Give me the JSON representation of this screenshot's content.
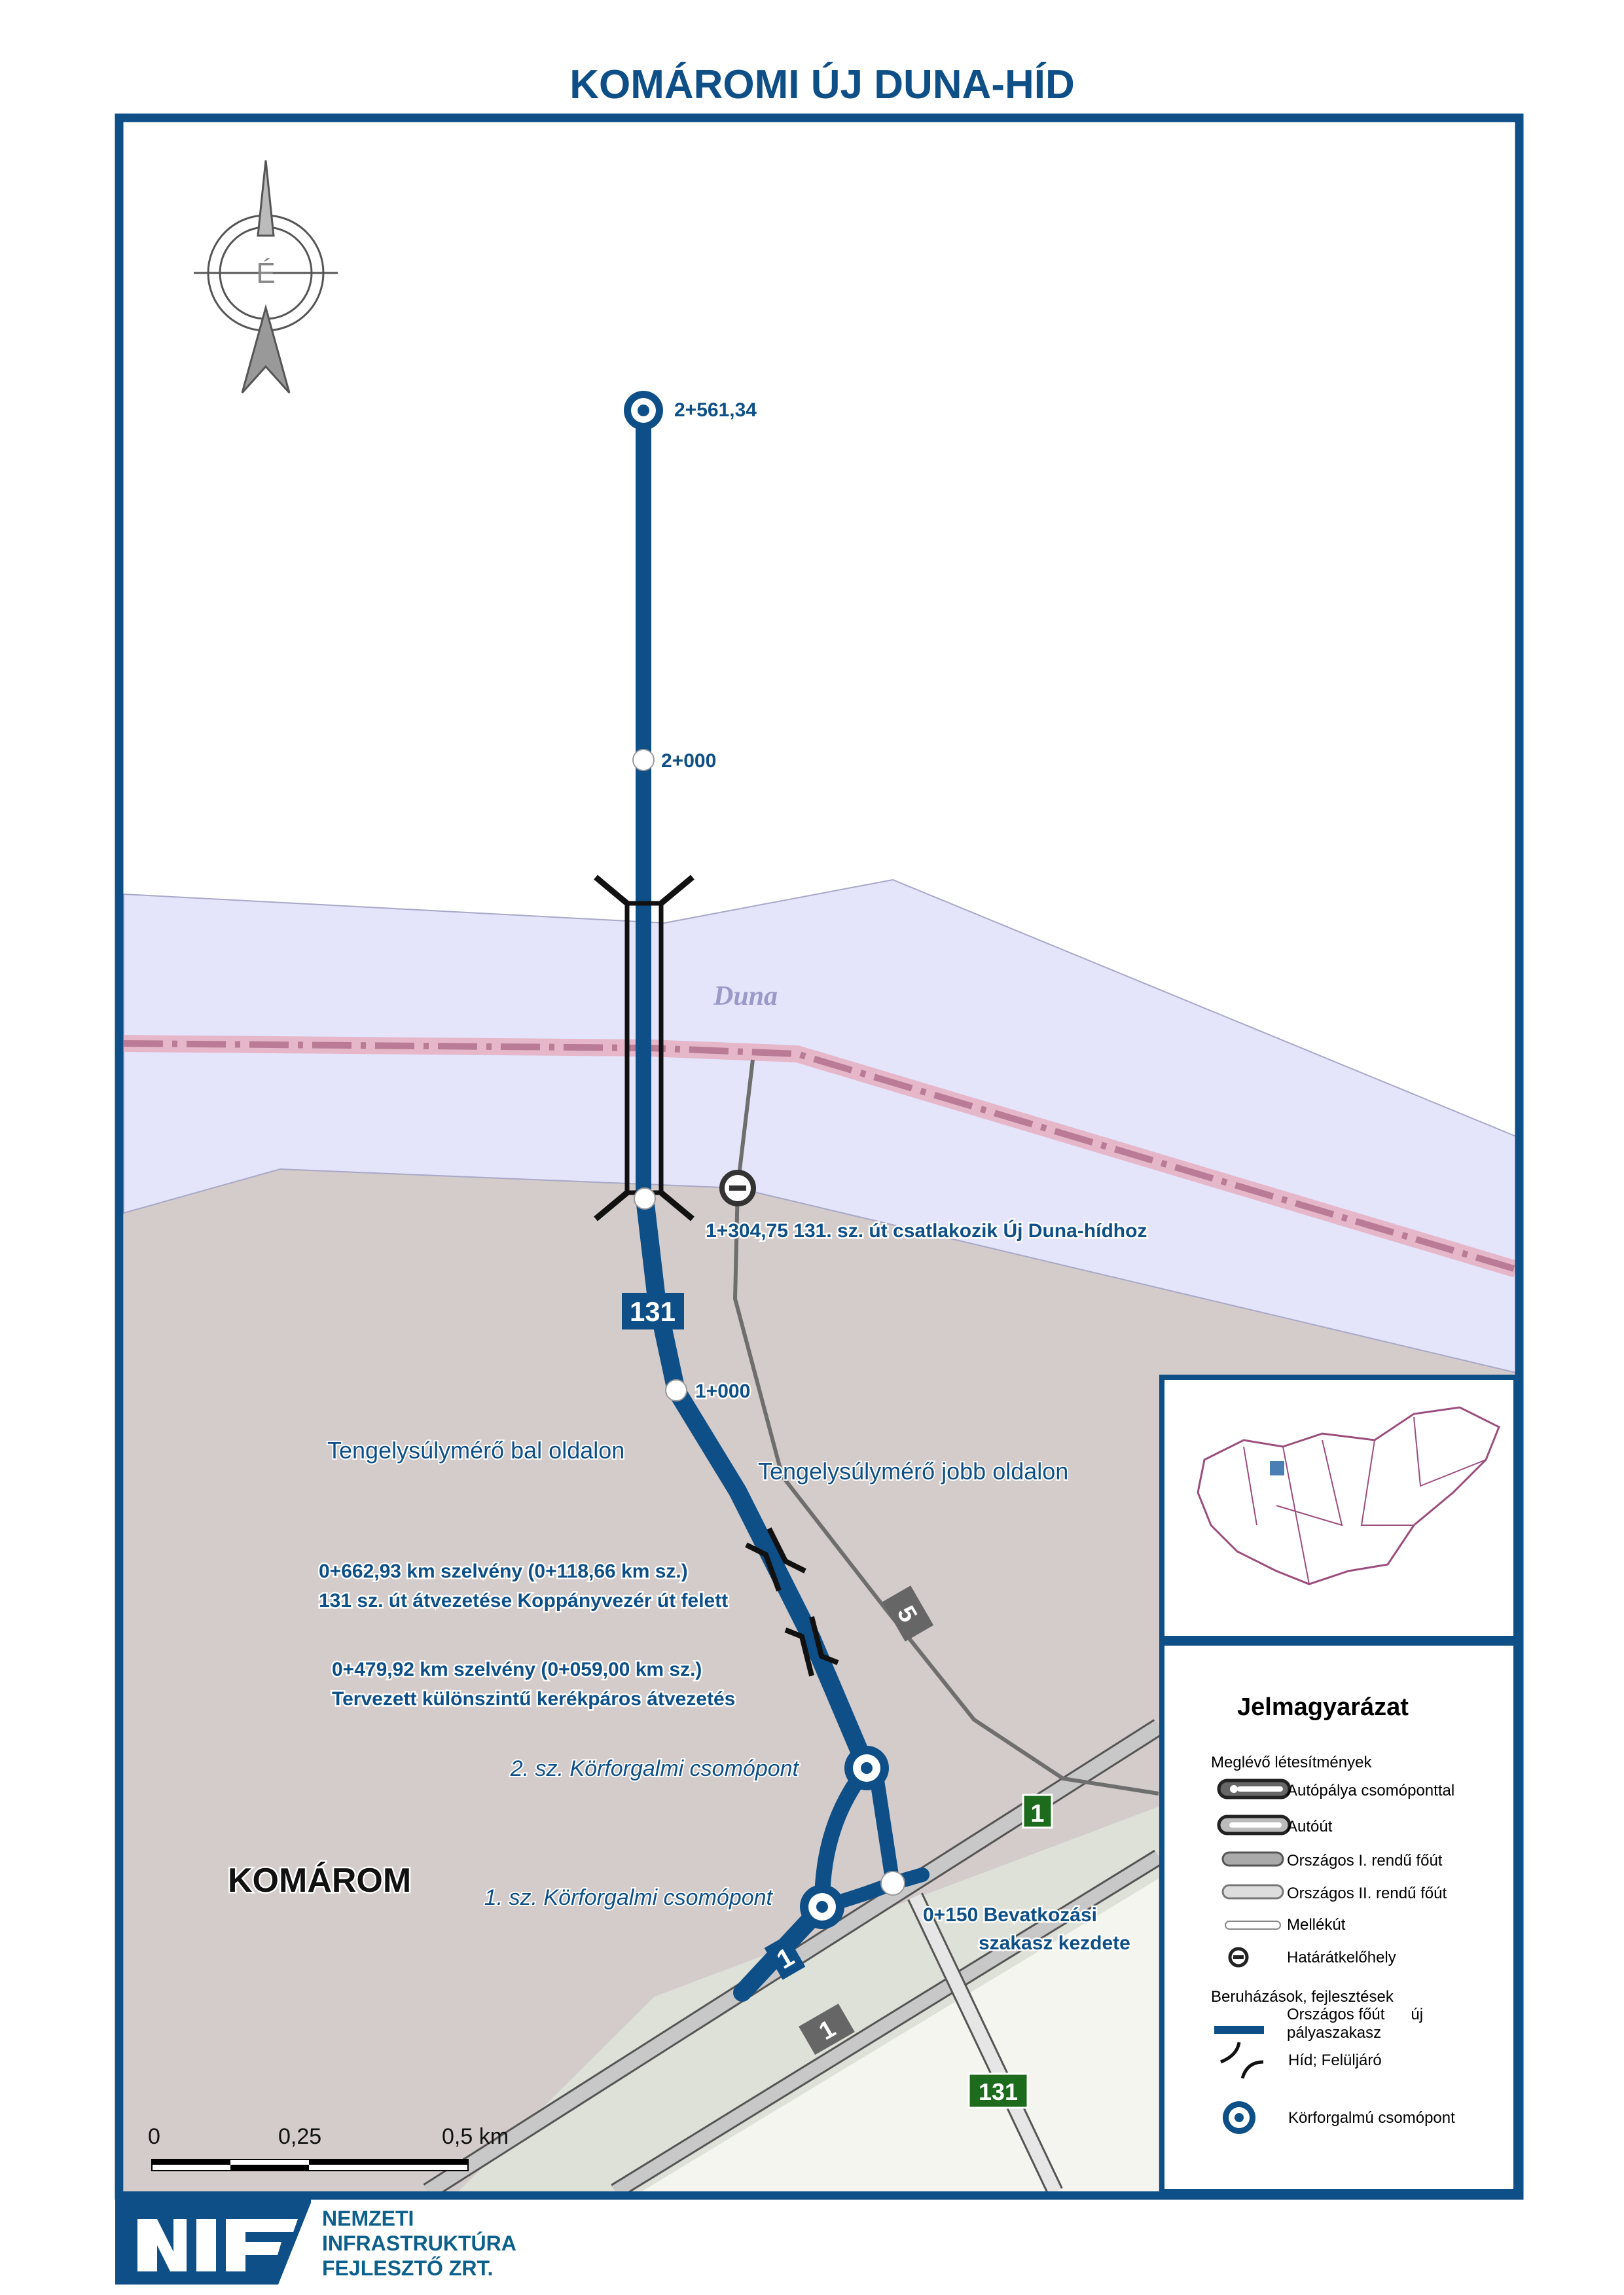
{
  "title": "KOMÁROMI ÚJ DUNA-HÍD",
  "compass": {
    "letter": "É"
  },
  "map": {
    "river_name": "Duna",
    "city_name": "KOMÁROM",
    "chainages": {
      "end": "2+561,34",
      "km2": "2+000",
      "km1": "1+000",
      "border_join": "1+304,75 131. sz. út csatlakozik Új Duna-hídhoz",
      "start_line1": "0+150 Bevatkozási",
      "start_line2": "szakasz kezdete"
    },
    "annotations": {
      "scale_left": "Tengelysúlymérő bal oldalon",
      "scale_right": "Tengelysúlymérő jobb oldalon",
      "overpass1_line1": "0+662,93 km szelvény (0+118,66 km sz.)",
      "overpass1_line2": "131 sz. út átvezetése Koppányvezér út felett",
      "overpass2_line1": "0+479,92 km szelvény (0+059,00 km sz.)",
      "overpass2_line2": "Tervezett különszintű kerékpáros átvezetés",
      "roundabout2": "2. sz. Körforgalmi csomópont",
      "roundabout1": "1. sz. Körforgalmi csomópont"
    },
    "shields": {
      "r131_blue": "131",
      "r1_blue": "1",
      "r1_green": "1",
      "r1_gray": "1",
      "r5_gray": "5",
      "r131_green": "131"
    },
    "scale_bar": {
      "t0": "0",
      "t1": "0,25",
      "t2": "0,5 km"
    }
  },
  "legend": {
    "title": "Jelmagyarázat",
    "existing_header": "Meglévő létesítmények",
    "items_existing": [
      "Autópálya csomóponttal",
      "Autóút",
      "Országos I. rendű főút",
      "Országos II. rendű főút",
      "Mellékút",
      "Határátkelőhely"
    ],
    "dev_header": "Beruházások, fejlesztések",
    "dev_item1_line1": "Országos főút      új",
    "dev_item1_line2": "pályaszakasz",
    "dev_item2": "Híd; Felüljáró",
    "dev_item3": "Körforgalmú csomópont"
  },
  "logo": {
    "line1": "NEMZETI",
    "line2": "INFRASTRUKTÚRA",
    "line3": "FEJLESZTŐ ZRT."
  },
  "colors": {
    "brand": "#0d4f86",
    "river": "#e4e4fb",
    "land": "#d4cbcb",
    "border": "#b97b95"
  }
}
